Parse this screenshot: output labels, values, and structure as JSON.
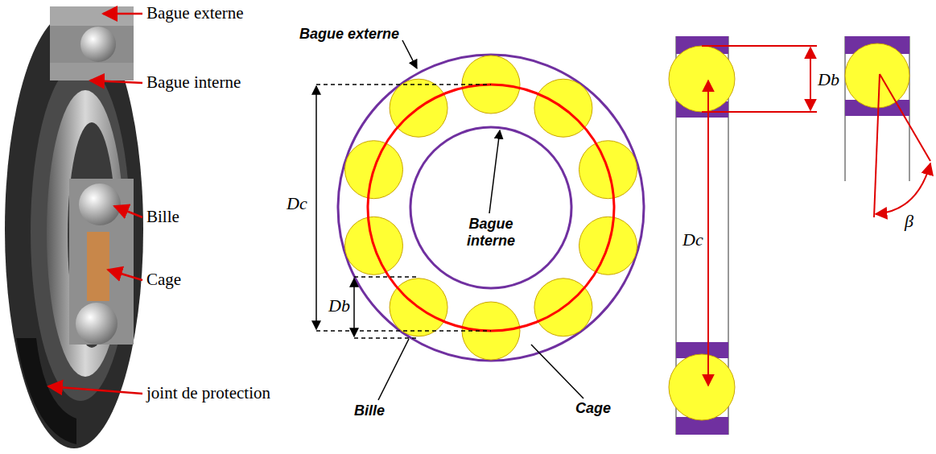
{
  "diagram": {
    "labels": [
      "Bague externe",
      "Bague interne",
      "Bille",
      "Cage",
      "joint de protection",
      "Bague externe",
      "Dc",
      "Db",
      "Bague interne",
      "Bille",
      "Cage",
      "Dc",
      "Db",
      "β"
    ]
  }
}
